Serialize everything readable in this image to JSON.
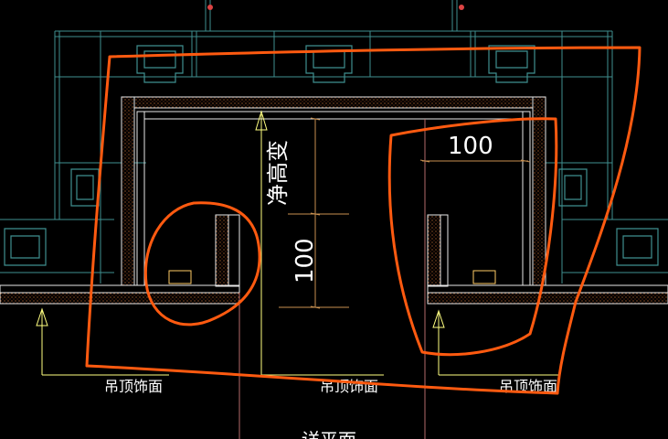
{
  "drawing": {
    "labels": {
      "ceiling_left": "吊顶饰面",
      "ceiling_center": "吊顶饰面",
      "ceiling_right": "吊顶饰面",
      "vertical_note": "净高变",
      "dim_vertical": "100",
      "dim_horizontal": "100",
      "bottom_cut": "详平面"
    },
    "colors": {
      "background": "#000000",
      "profile": "#3f8f8f",
      "section": "#e8e8e8",
      "hatch": "#d97a3a",
      "dimension": "#c89050",
      "center_line": "#b36a6a",
      "arrow": "#ffff80",
      "annotation": "#ff5a10"
    }
  }
}
